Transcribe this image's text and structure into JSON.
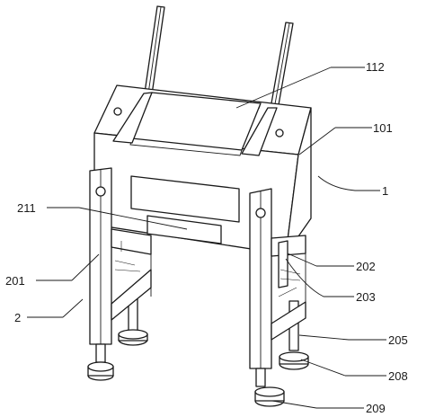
{
  "figure": {
    "callouts": {
      "c112": "112",
      "c101": "101",
      "c1": "1",
      "c211": "211",
      "c201": "201",
      "c202": "202",
      "c203": "203",
      "c2": "2",
      "c205": "205",
      "c208": "208",
      "c209": "209"
    }
  }
}
